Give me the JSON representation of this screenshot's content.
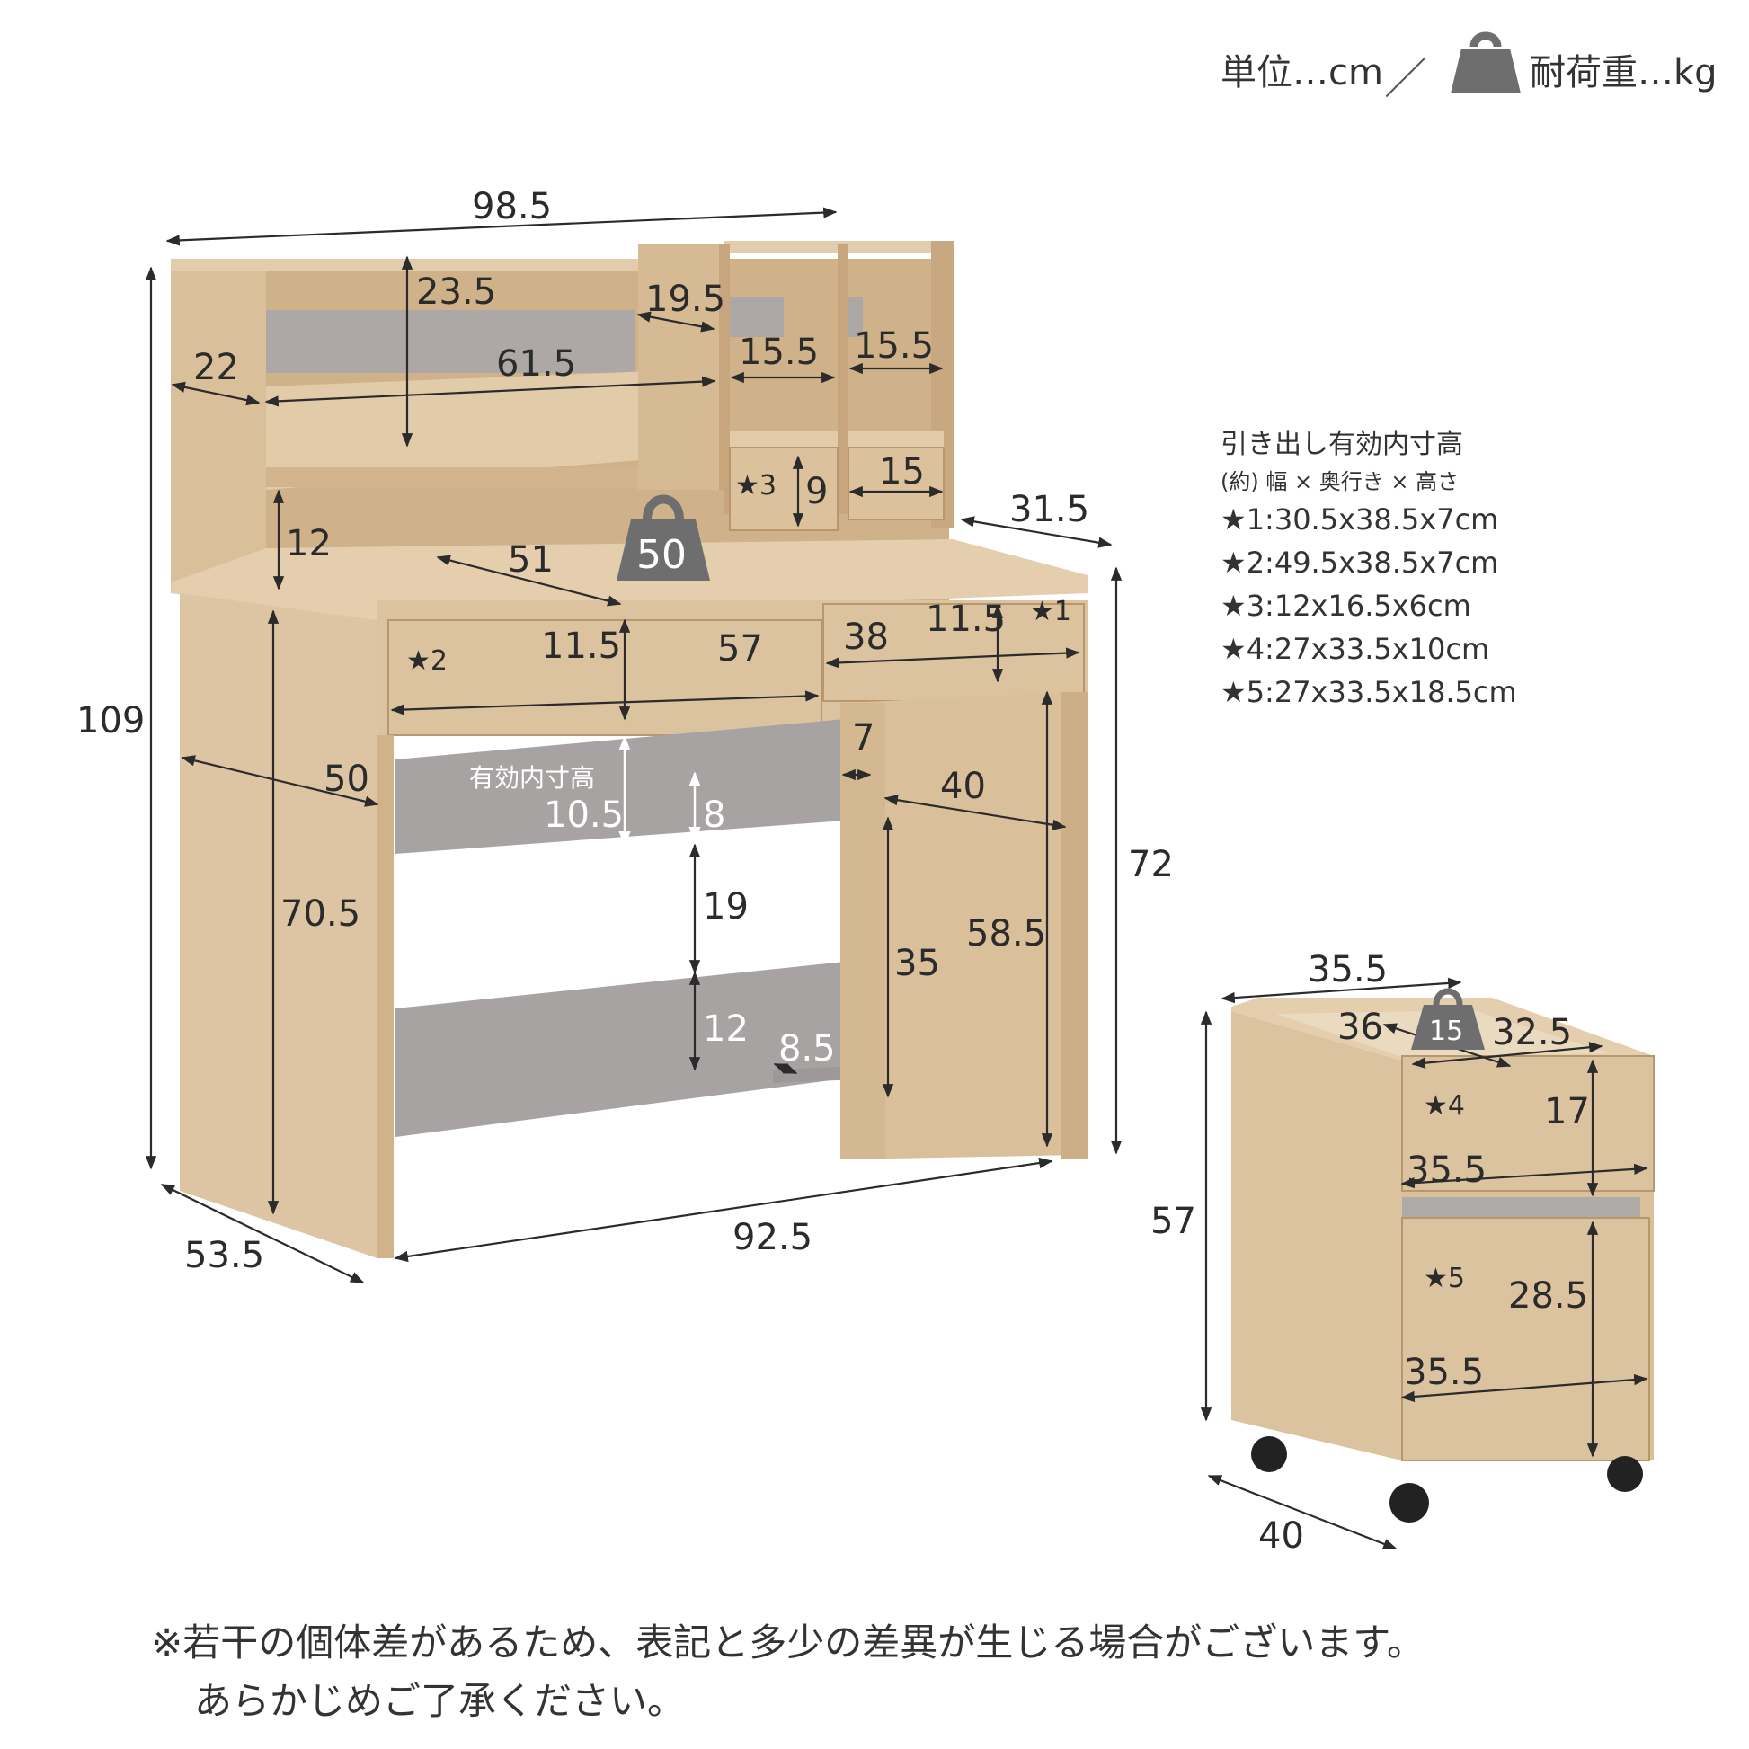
{
  "header": {
    "unit_label": "単位…cm",
    "separator": "／",
    "load_label": "耐荷重…kg",
    "weight_icon": "kettlebell-weight-icon"
  },
  "desk": {
    "overall_width": "98.5",
    "overall_height": "109",
    "overall_depth": "53.5",
    "inner_width": "92.5",
    "desk_height": "72",
    "hutch_depth": "31.5",
    "desk_load": "50",
    "shelf": {
      "height_upper": "23.5",
      "depth_upper": "19.5",
      "width_upper": "61.5",
      "side_depth": "22",
      "cubby_width_1": "15.5",
      "cubby_width_2": "15.5",
      "small_drawer_width": "15",
      "small_drawer_height": "9",
      "lower_gap": "12",
      "lower_depth": "51"
    },
    "drawers": {
      "left_height": "11.5",
      "left_width": "57",
      "right_width": "38",
      "right_height": "11.5"
    },
    "under": {
      "side_depth": "50",
      "rail_depth": "7",
      "right_depth": "40",
      "effective_label": "有効内寸高",
      "effective_height": "10.5",
      "rail_height": "8",
      "gap": "19",
      "bottom_rail": "12",
      "footrest_depth": "8.5",
      "left_leg_height": "70.5",
      "right_clear_height": "35",
      "right_inner_height": "58.5"
    },
    "stars": {
      "s1": "★1",
      "s2": "★2",
      "s3": "★3"
    }
  },
  "wagon": {
    "width": "35.5",
    "height": "57",
    "depth": "40",
    "top_inner_width": "32.5",
    "top_inner_depth": "36",
    "load": "15",
    "drawer4_height": "17",
    "drawer4_width": "35.5",
    "drawer5_height": "28.5",
    "drawer5_width": "35.5",
    "stars": {
      "s4": "★4",
      "s5": "★5"
    }
  },
  "drawer_specs": {
    "title": "引き出し有効内寸高",
    "subtitle": "(約) 幅 × 奥行き × 高さ",
    "items": [
      "★1:30.5x38.5x7cm",
      "★2:49.5x38.5x7cm",
      "★3:12x16.5x6cm",
      "★4:27x33.5x10cm",
      "★5:27x33.5x18.5cm"
    ]
  },
  "note": {
    "line1": "※若干の個体差があるため、表記と多少の差異が生じる場合がございます。",
    "line2": "あらかじめご了承ください。"
  },
  "colors": {
    "wood": "#dcc3a0",
    "wood_dark": "#c9ab84",
    "wood_edge": "#b8976c",
    "gray_panel": "#a8a3a3",
    "weight": "#6e6e6e",
    "line": "#2b2b2b"
  }
}
